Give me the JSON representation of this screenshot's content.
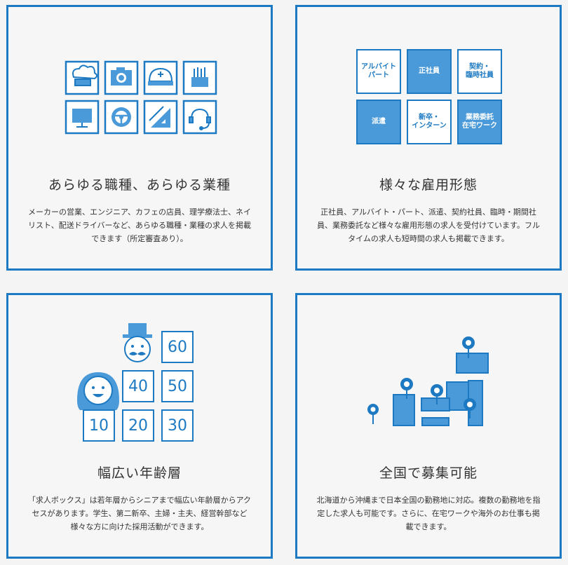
{
  "colors": {
    "accent": "#1d7ac2",
    "fill": "#4a9ad9",
    "background": "#f4f4f4"
  },
  "cards": [
    {
      "title": "あらゆる職種、あらゆる業種",
      "desc": "メーカーの営業、エンジニア、カフェの店員、理学療法士、ネイリスト、配送ドライバーなど、あらゆる職種・業種の求人を掲載できます（所定審査あり）。",
      "icons": [
        "chef-hat-icon",
        "camera-icon",
        "helmet-icon",
        "fries-icon",
        "monitor-icon",
        "steering-wheel-icon",
        "ruler-triangle-icon",
        "headset-icon"
      ]
    },
    {
      "title": "様々な雇用形態",
      "desc": "正社員、アルバイト・パート、派遣、契約社員、臨時・期間社員、業務委託など様々な雇用形態の求人を受付けています。フルタイムの求人も短時間の求人も掲載できます。",
      "tiles": [
        {
          "label": "アルバイト\nパート"
        },
        {
          "label": "正社員"
        },
        {
          "label": "契約・\n臨時社員"
        },
        {
          "label": "派遣"
        },
        {
          "label": "新卒・\nインターン"
        },
        {
          "label": "業務委託\n在宅ワーク"
        }
      ]
    },
    {
      "title": "幅広い年齢層",
      "desc": "「求人ボックス」は若年層からシニアまで幅広い年齢層からアクセスがあります。学生、第二新卒、主婦・主夫、経営幹部など様々な方に向けた採用活動ができます。",
      "ages": [
        "60",
        "40",
        "50",
        "10",
        "20",
        "30"
      ]
    },
    {
      "title": "全国で募集可能",
      "desc": "北海道から沖縄まで日本全国の勤務地に対応。複数の勤務地を指定した求人も可能です。さらに、在宅ワークや海外のお仕事も掲載できます。"
    }
  ]
}
